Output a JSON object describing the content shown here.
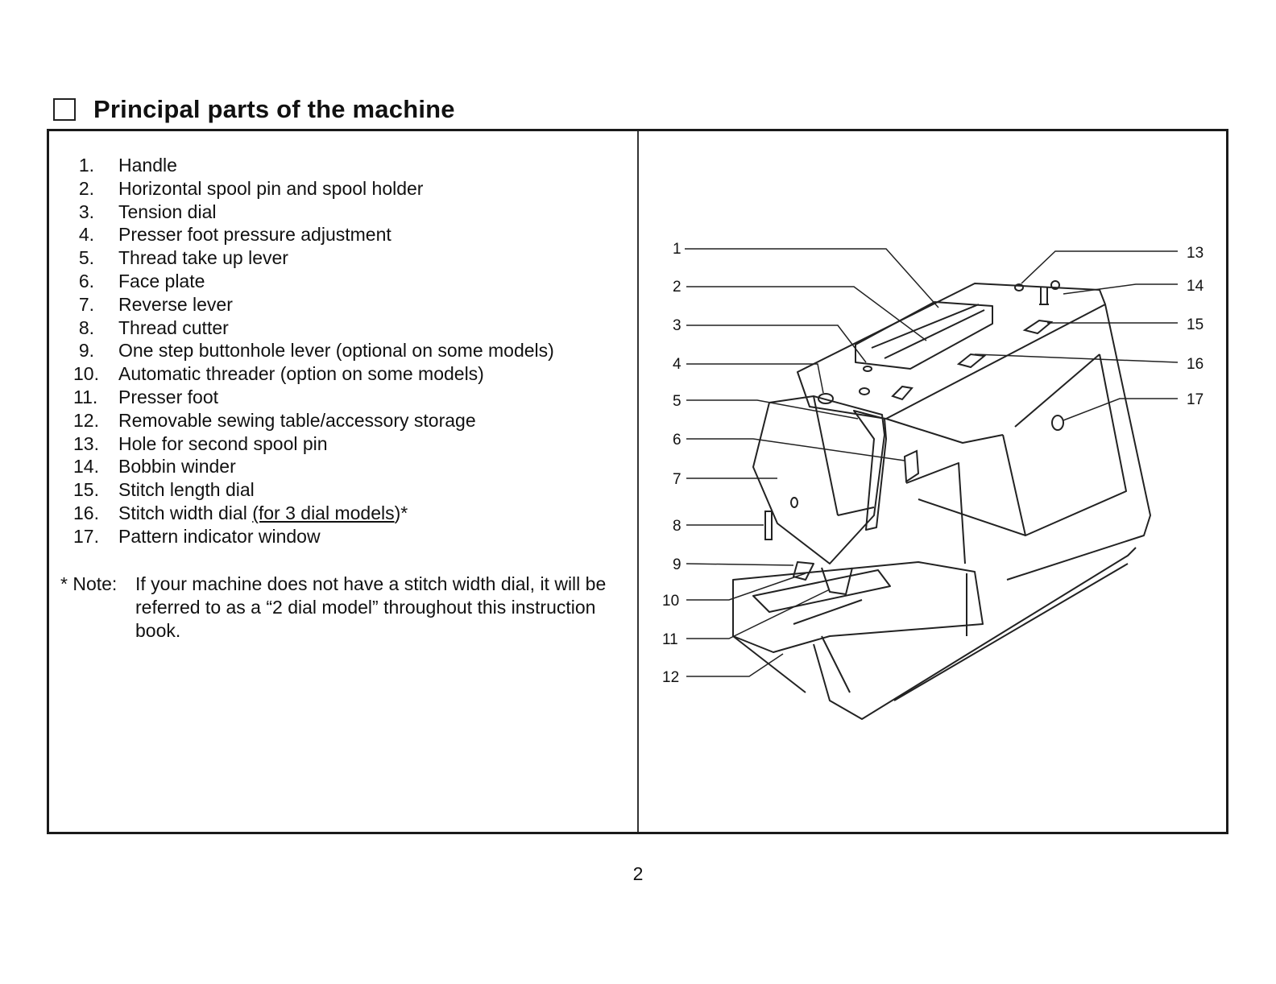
{
  "page": {
    "title": "Principal parts of the machine",
    "page_number": "2"
  },
  "parts": [
    {
      "num": "1.",
      "label": "Handle"
    },
    {
      "num": "2.",
      "label": "Horizontal spool pin and spool holder"
    },
    {
      "num": "3.",
      "label": "Tension dial"
    },
    {
      "num": "4.",
      "label": "Presser foot pressure adjustment"
    },
    {
      "num": "5.",
      "label": "Thread take up lever"
    },
    {
      "num": "6.",
      "label": "Face plate"
    },
    {
      "num": "7.",
      "label": "Reverse lever"
    },
    {
      "num": "8.",
      "label": "Thread cutter"
    },
    {
      "num": "9.",
      "label": "One step buttonhole lever (optional on some models)"
    },
    {
      "num": "10.",
      "label": "Automatic threader (option on some models)"
    },
    {
      "num": "11.",
      "label": "Presser foot"
    },
    {
      "num": "12.",
      "label": "Removable sewing table/accessory storage"
    },
    {
      "num": "13.",
      "label": "Hole for second spool pin"
    },
    {
      "num": "14.",
      "label": "Bobbin winder"
    },
    {
      "num": "15.",
      "label": "Stitch length dial"
    },
    {
      "num": "16.",
      "label": "Stitch width dial ",
      "underlined": "(for 3 dial models",
      "suffix": ")*"
    },
    {
      "num": "17.",
      "label": "Pattern indicator window"
    }
  ],
  "note": {
    "label": "* Note:",
    "text": "If your machine does not have a stitch width dial, it will be referred to as a “2 dial model” throughout this instruction book."
  },
  "diagram": {
    "left_callouts": [
      "1",
      "2",
      "3",
      "4",
      "5",
      "6",
      "7",
      "8",
      "9",
      "10",
      "11",
      "12"
    ],
    "right_callouts": [
      "13",
      "14",
      "15",
      "16",
      "17"
    ]
  }
}
